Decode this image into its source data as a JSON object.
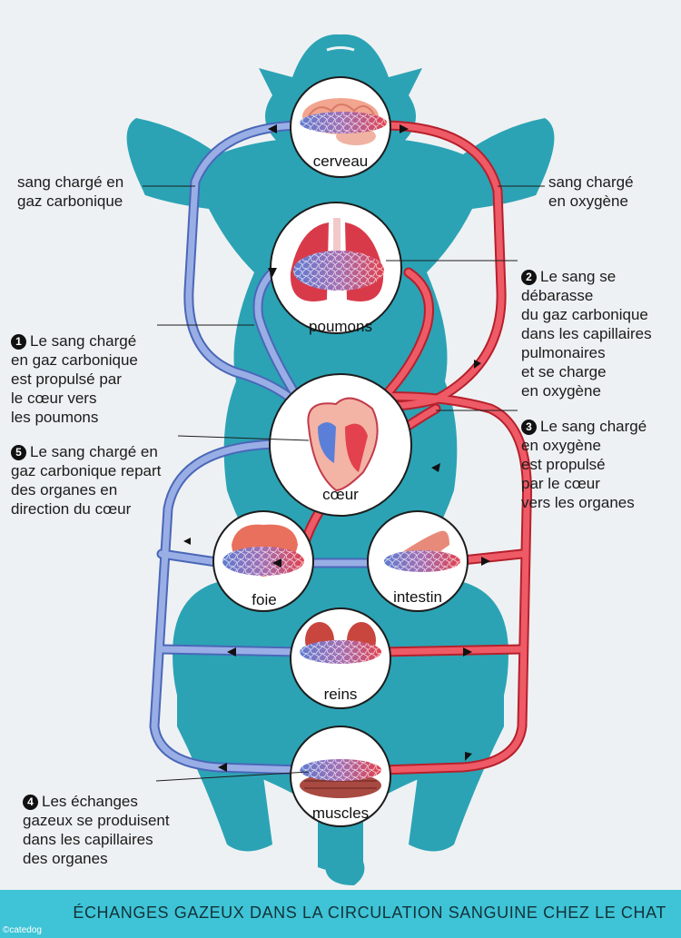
{
  "organs": {
    "cerveau": "cerveau",
    "poumons": "poumons",
    "coeur": "cœur",
    "foie": "foie",
    "intestin": "intestin",
    "reins": "reins",
    "muscles": "muscles"
  },
  "labels": {
    "left_blood": "sang chargé en\ngaz carbonique",
    "right_blood": "sang chargé\nen oxygène",
    "step1_num": "1",
    "step1_text": "Le sang chargé\nen gaz carbonique\nest propulsé par\nle cœur vers\nles poumons",
    "step2_num": "2",
    "step2_text": "Le sang se\ndébarasse\ndu gaz carbonique\ndans les capillaires\npulmonaires\net se charge\nen oxygène",
    "step3_num": "3",
    "step3_text": "Le sang chargé\nen oxygène\nest propulsé\npar le cœur\nvers les organes",
    "step4_num": "4",
    "step4_text": "Les échanges\ngazeux se produisent\ndans les capillaires\ndes organes",
    "step5_num": "5",
    "step5_text": "Le sang chargé en\ngaz carbonique repart\ndes organes en\ndirection du cœur"
  },
  "footer": {
    "title": "ÉCHANGES GAZEUX DANS LA CIRCULATION SANGUINE CHEZ LE CHAT",
    "copyright": "©catedog"
  },
  "colors": {
    "cat": "#2ba3b5",
    "oxygen_blood": "#e2414d",
    "co2_blood": "#7d93d2",
    "circle_fill": "#ffffff",
    "footer_bg": "#3ec4d6"
  }
}
